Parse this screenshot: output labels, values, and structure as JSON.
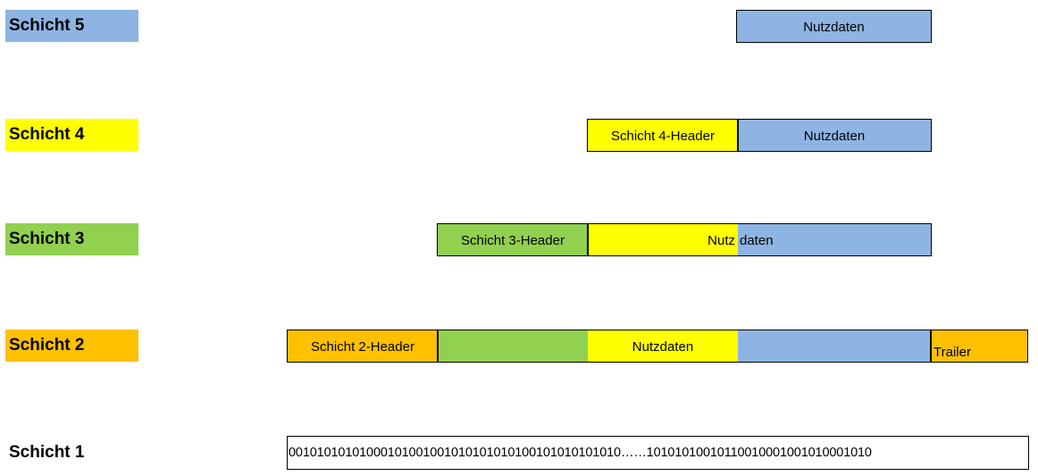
{
  "colors": {
    "layer5": "#8eb4e3",
    "layer4": "#ffff00",
    "layer3": "#92d050",
    "layer2": "#ffc000",
    "layer1": "#ffffff"
  },
  "layers": [
    {
      "label": "Schicht 5",
      "cells": [
        "Nutzdaten"
      ]
    },
    {
      "label": "Schicht 4",
      "cells": [
        "Schicht 4-Header",
        "Nutzdaten"
      ]
    },
    {
      "label": "Schicht 3",
      "cells": [
        "Schicht 3-Header",
        "Nutz",
        "daten"
      ]
    },
    {
      "label": "Schicht 2",
      "cells": [
        "Schicht 2-Header",
        "",
        "Nutzdaten",
        "",
        "Trailer"
      ]
    },
    {
      "label": "Schicht 1",
      "cells": [
        "00101010101000101001001010101010100101010101010……10101010010110010001001010001010"
      ]
    }
  ]
}
